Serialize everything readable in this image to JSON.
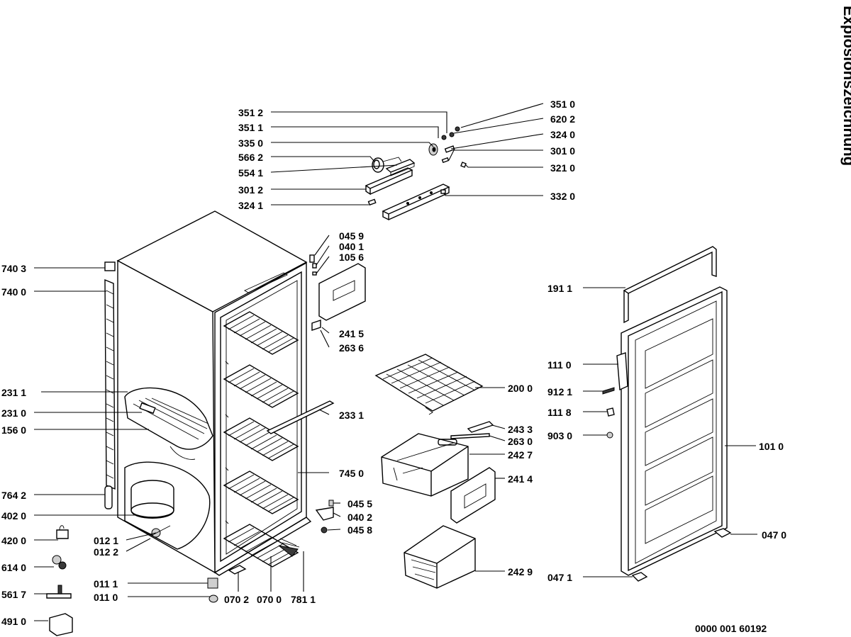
{
  "title": "Explosionszeichnung",
  "document_number": "0000 001 60192",
  "labels": [
    {
      "name": "351-2",
      "text": "351 2"
    },
    {
      "name": "351-1",
      "text": "351 1"
    },
    {
      "name": "335-0",
      "text": "335 0"
    },
    {
      "name": "566-2",
      "text": "566 2"
    },
    {
      "name": "554-1",
      "text": "554 1"
    },
    {
      "name": "301-2",
      "text": "301 2"
    },
    {
      "name": "324-1",
      "text": "324 1"
    },
    {
      "name": "351-0",
      "text": "351 0"
    },
    {
      "name": "620-2",
      "text": "620 2"
    },
    {
      "name": "324-0",
      "text": "324 0"
    },
    {
      "name": "301-0",
      "text": "301 0"
    },
    {
      "name": "321-0",
      "text": "321 0"
    },
    {
      "name": "332-0",
      "text": "332 0"
    },
    {
      "name": "740-3",
      "text": "740 3"
    },
    {
      "name": "740-0",
      "text": "740 0"
    },
    {
      "name": "231-1",
      "text": "231 1"
    },
    {
      "name": "231-0",
      "text": "231 0"
    },
    {
      "name": "156-0",
      "text": "156 0"
    },
    {
      "name": "764-2",
      "text": "764 2"
    },
    {
      "name": "402-0",
      "text": "402 0"
    },
    {
      "name": "420-0",
      "text": "420 0"
    },
    {
      "name": "012-1",
      "text": "012 1"
    },
    {
      "name": "012-2",
      "text": "012 2"
    },
    {
      "name": "614-0",
      "text": "614 0"
    },
    {
      "name": "011-1",
      "text": "011 1"
    },
    {
      "name": "561-7",
      "text": "561 7"
    },
    {
      "name": "011-0",
      "text": "011 0"
    },
    {
      "name": "491-0",
      "text": "491 0"
    },
    {
      "name": "070-2",
      "text": "070 2"
    },
    {
      "name": "070-0",
      "text": "070 0"
    },
    {
      "name": "781-1",
      "text": "781 1"
    },
    {
      "name": "045-9",
      "text": "045 9"
    },
    {
      "name": "040-1",
      "text": "040 1"
    },
    {
      "name": "105-6",
      "text": "105 6"
    },
    {
      "name": "241-5",
      "text": "241 5"
    },
    {
      "name": "263-6",
      "text": "263 6"
    },
    {
      "name": "233-1",
      "text": "233 1"
    },
    {
      "name": "745-0",
      "text": "745 0"
    },
    {
      "name": "045-5",
      "text": "045 5"
    },
    {
      "name": "040-2",
      "text": "040 2"
    },
    {
      "name": "045-8",
      "text": "045 8"
    },
    {
      "name": "200-0",
      "text": "200 0"
    },
    {
      "name": "243-3",
      "text": "243 3"
    },
    {
      "name": "263-0",
      "text": "263 0"
    },
    {
      "name": "242-7",
      "text": "242 7"
    },
    {
      "name": "241-4",
      "text": "241 4"
    },
    {
      "name": "242-9",
      "text": "242 9"
    },
    {
      "name": "191-1",
      "text": "191 1"
    },
    {
      "name": "111-0",
      "text": "111 0"
    },
    {
      "name": "912-1",
      "text": "912 1"
    },
    {
      "name": "111-8",
      "text": "111 8"
    },
    {
      "name": "903-0",
      "text": "903 0"
    },
    {
      "name": "101-0",
      "text": "101 0"
    },
    {
      "name": "047-0",
      "text": "047 0"
    },
    {
      "name": "047-1",
      "text": "047 1"
    }
  ]
}
